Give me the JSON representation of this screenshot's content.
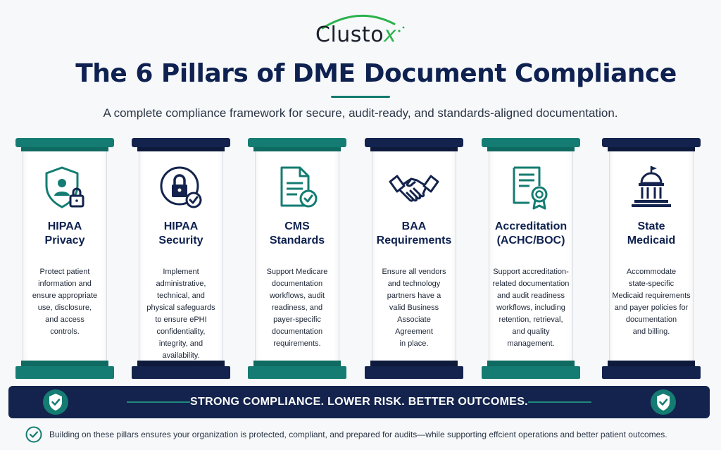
{
  "brand": {
    "logo_text_main": "Clusto",
    "logo_text_accent": "x",
    "accent_color": "#2bb24c"
  },
  "header": {
    "title": "The 6 Pillars of DME Document Compliance",
    "subtitle": "A complete compliance framework for secure, audit-ready, and standards-aligned documentation."
  },
  "pillars": [
    {
      "icon": "shield-user-lock-icon",
      "title_line1": "HIPAA",
      "title_line2": "Privacy",
      "desc": [
        "Protect patient",
        "information and",
        "ensure appropriate",
        "use, disclosure,",
        "and access",
        "controls."
      ]
    },
    {
      "icon": "padlock-check-icon",
      "title_line1": "HIPAA",
      "title_line2": "Security",
      "desc": [
        "Implement",
        "administrative,",
        "technical, and",
        "physical safeguards",
        "to ensure ePHI",
        "confidentiality,",
        "integrity, and",
        "availability."
      ]
    },
    {
      "icon": "document-check-icon",
      "title_line1": "CMS",
      "title_line2": "Standards",
      "desc": [
        "Support Medicare",
        "documentation",
        "workflows, audit",
        "readiness, and",
        "payer-specific",
        "documentation",
        "requirements."
      ]
    },
    {
      "icon": "handshake-icon",
      "title_line1": "BAA",
      "title_line2": "Requirements",
      "desc": [
        "Ensure all vendors",
        "and technology",
        "partners have a",
        "valid Business",
        "Associate",
        "Agreement",
        "in place."
      ]
    },
    {
      "icon": "certificate-icon",
      "title_line1": "Accreditation",
      "title_line2": "(ACHC/BOC)",
      "desc": [
        "Support accreditation-",
        "related documentation",
        "and audit readiness",
        "workflows, including",
        "retention, retrieval,",
        "and quality",
        "management."
      ]
    },
    {
      "icon": "capitol-building-icon",
      "title_line1": "State",
      "title_line2": "Medicaid",
      "desc": [
        "Accommodate",
        "state-specific",
        "Medicaid requirements",
        "and payer policies for",
        "documentation",
        "and billing."
      ]
    }
  ],
  "banner": {
    "text": "STRONG COMPLIANCE. LOWER RISK. BETTER OUTCOMES."
  },
  "footnote": {
    "text": "Building on these pillars ensures your organization is protected, compliant, and prepared for audits—while supporting effcient operations and better patient outcomes."
  },
  "colors": {
    "navy": "#13234d",
    "teal": "#147c72"
  }
}
